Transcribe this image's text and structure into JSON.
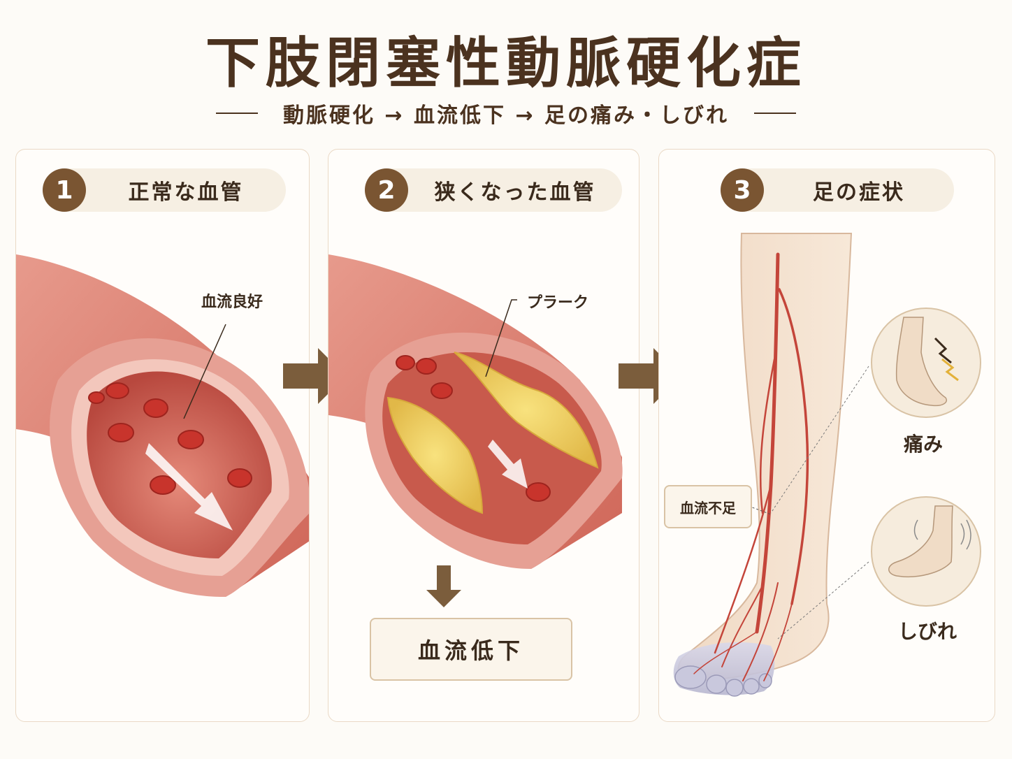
{
  "title": "下肢閉塞性動脈硬化症",
  "subtitle": "動脈硬化 → 血流低下 → 足の痛み・しびれ",
  "panels": [
    {
      "num": "1",
      "label": "正常な血管",
      "callout": "血流良好"
    },
    {
      "num": "2",
      "label": "狭くなった血管",
      "callout": "プラーク",
      "result": "血流低下"
    },
    {
      "num": "3",
      "label": "足の症状",
      "callout": "血流不足",
      "pain": "痛み",
      "numbness": "しびれ"
    }
  ],
  "colors": {
    "accent": "#7a5532",
    "arrow": "#7b5d3c",
    "vessel": "#d9776a",
    "plaque": "#f2d46b"
  }
}
